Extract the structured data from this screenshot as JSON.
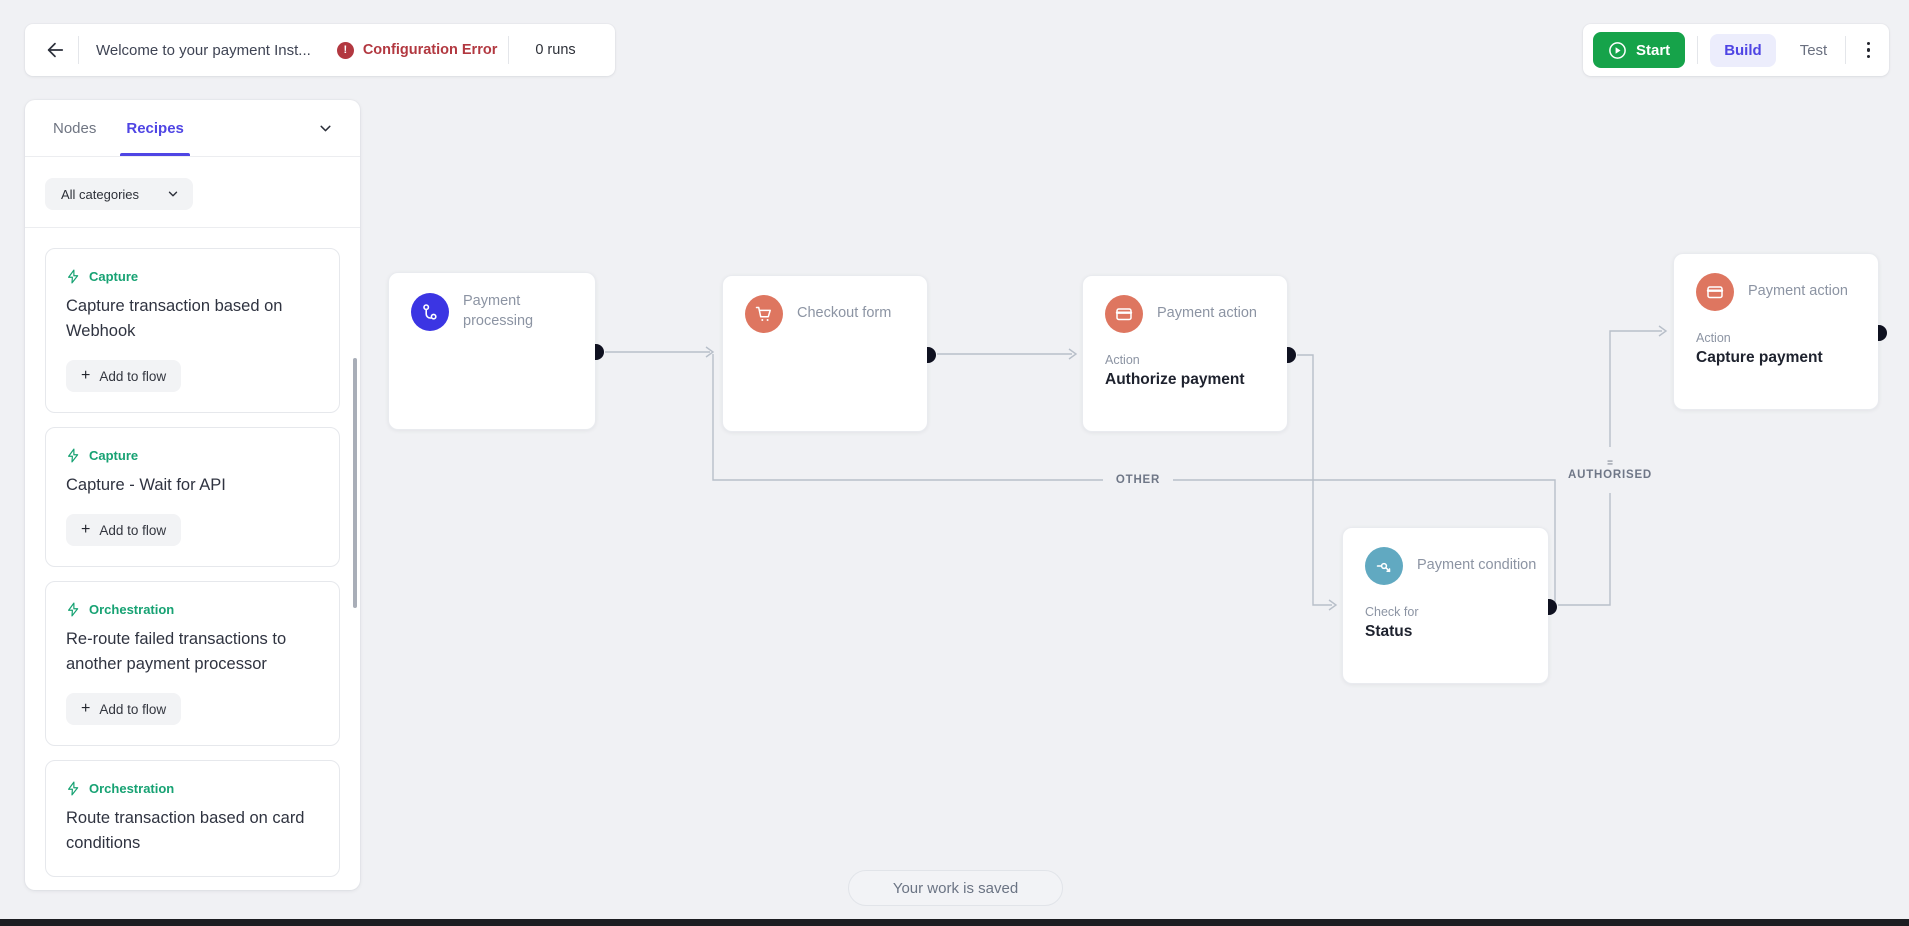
{
  "colors": {
    "green": "#16a34a",
    "green-label": "#17a273",
    "indigo": "#4f45e4",
    "indigo-bg": "#ecedfc",
    "red": "#b23840",
    "coral": "#de7660",
    "teal": "#61a9c1",
    "node-indigo": "#3b35e3",
    "edge": "#b8bfc9"
  },
  "header": {
    "title": "Welcome to your payment Inst...",
    "error_badge": "Configuration Error",
    "runs": "0 runs",
    "start_label": "Start",
    "build_tab": "Build",
    "test_tab": "Test"
  },
  "sidebar": {
    "tab_nodes": "Nodes",
    "tab_recipes": "Recipes",
    "filter": "All categories",
    "add_to_flow": "Add to flow",
    "recipes": [
      {
        "category": "Capture",
        "title": "Capture transaction based on Webhook"
      },
      {
        "category": "Capture",
        "title": "Capture - Wait for API"
      },
      {
        "category": "Orchestration",
        "title": "Re-route failed transactions to another payment processor"
      },
      {
        "category": "Orchestration",
        "title": "Route transaction based on card conditions"
      }
    ]
  },
  "canvas": {
    "nodes": [
      {
        "title": "Payment processing"
      },
      {
        "title": "Checkout form"
      },
      {
        "title": "Payment action",
        "detail_label": "Action",
        "detail_value": "Authorize payment"
      },
      {
        "title": "Payment condition",
        "detail_label": "Check for",
        "detail_value": "Status"
      },
      {
        "title": "Payment action",
        "detail_label": "Action",
        "detail_value": "Capture payment"
      }
    ],
    "edge_labels": {
      "other": "OTHER",
      "authorised_eq": "=",
      "authorised": "AUTHORISED"
    },
    "toast": "Your work is saved"
  }
}
